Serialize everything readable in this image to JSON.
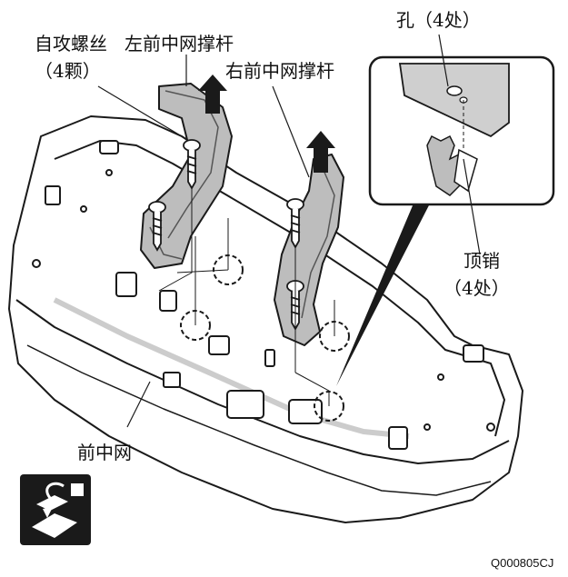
{
  "labels": {
    "screws": "自攻螺丝",
    "screws_qty": "（4颗）",
    "left_stay": "左前中网撑杆",
    "right_stay": "右前中网撑杆",
    "hole": "孔（4处）",
    "pin": "顶销",
    "pin_qty": "（4处）",
    "grille": "前中网"
  },
  "figure_code": "Q000805CJ",
  "colors": {
    "line": "#1a1a1a",
    "part_fill": "#ffffff",
    "shade": "#9a9a9a",
    "dark": "#555555"
  },
  "icons": [
    "remove-part-icon",
    "up-arrow-icon"
  ]
}
